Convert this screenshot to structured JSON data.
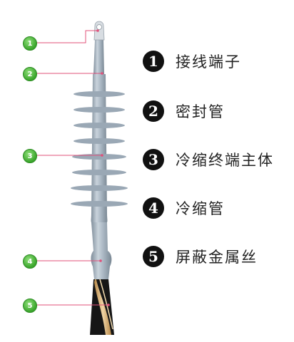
{
  "legend": [
    {
      "num": "1",
      "label": "接线端子"
    },
    {
      "num": "2",
      "label": "密封管"
    },
    {
      "num": "3",
      "label": "冷缩终端主体"
    },
    {
      "num": "4",
      "label": "冷缩管"
    },
    {
      "num": "5",
      "label": "屏蔽金属丝"
    }
  ],
  "callouts": [
    "1",
    "2",
    "3",
    "4",
    "5"
  ],
  "colors": {
    "body": "#a9b6c2",
    "body_shadow": "#7f8d9a",
    "leader": "#e0507a",
    "callout": "#3aa52b",
    "cable": "#1a1a1a",
    "wire": "#d9b27a"
  }
}
